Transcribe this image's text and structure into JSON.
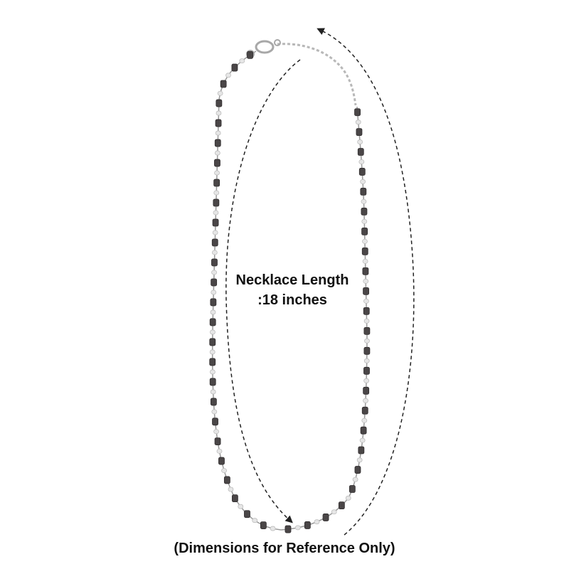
{
  "product": {
    "length_label_line1": "Necklace Length",
    "length_label_line2": ":18 inches",
    "disclaimer": "(Dimensions for Reference Only)"
  },
  "colors": {
    "background": "#ffffff",
    "text": "#111111",
    "dark_bead": "#4a4647",
    "silver_bead": "#e6e6e6",
    "chain": "#9a9a9a",
    "dashed_arrow": "#222222"
  },
  "icons": {
    "measurement_arrow": "dashed-oval-arrow-icon",
    "clasp": "lobster-clasp-icon"
  }
}
